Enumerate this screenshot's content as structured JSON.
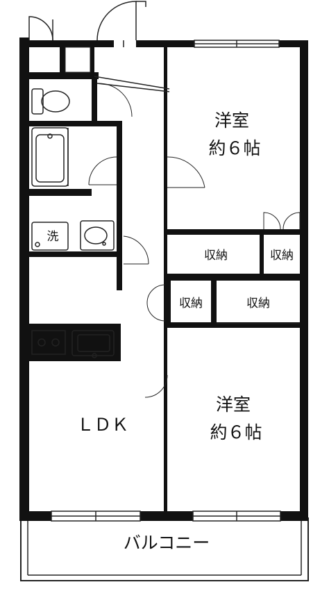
{
  "colors": {
    "wall": "#111111",
    "line": "#222222",
    "background": "#ffffff"
  },
  "rooms": {
    "western_top": {
      "name": "洋室",
      "size": "約６帖"
    },
    "western_bottom": {
      "name": "洋室",
      "size": "約６帖"
    },
    "ldk": {
      "name": "ＬＤＫ"
    },
    "storage_1": {
      "name": "収納"
    },
    "storage_2": {
      "name": "収納"
    },
    "storage_3": {
      "name": "収納"
    },
    "storage_4": {
      "name": "収納"
    },
    "washer": {
      "name": "洗"
    },
    "balcony": {
      "name": "バルコニー"
    }
  }
}
